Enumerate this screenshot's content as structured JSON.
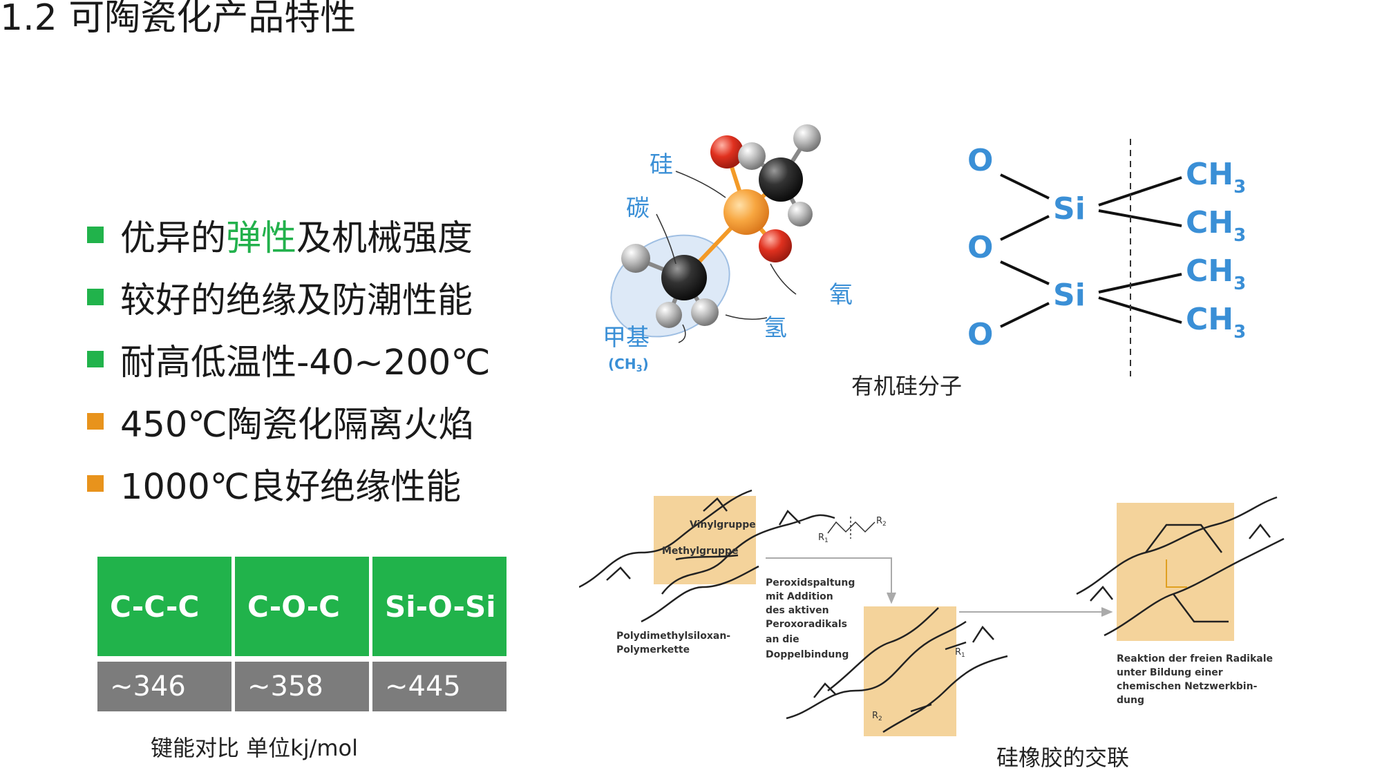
{
  "slide": {
    "title": "1.2 可陶瓷化产品特性",
    "colors": {
      "green": "#21b34b",
      "orange": "#e8931c",
      "gray": "#7c7c7c",
      "blue": "#3a8fd6",
      "tan": "#f4d39b"
    },
    "bullets": [
      {
        "color": "green",
        "pre": "优异的",
        "highlight": "弹性",
        "post": "及机械强度"
      },
      {
        "color": "green",
        "pre": "较好的绝缘及防潮性能",
        "highlight": "",
        "post": ""
      },
      {
        "color": "green",
        "pre": "耐高低温性-40~200℃",
        "highlight": "",
        "post": ""
      },
      {
        "color": "orange",
        "pre": "450℃陶瓷化隔离火焰",
        "highlight": "",
        "post": ""
      },
      {
        "color": "orange",
        "pre": "1000℃良好绝缘性能",
        "highlight": "",
        "post": ""
      }
    ],
    "bond_table": {
      "headers": [
        "C-C-C",
        "C-O-C",
        "Si-O-Si"
      ],
      "values": [
        "~346",
        "~358",
        "~445"
      ],
      "caption": "键能对比 单位kj/mol"
    },
    "molecule": {
      "labels": {
        "si": "硅",
        "c": "碳",
        "o": "氧",
        "h": "氢",
        "methyl": "甲基",
        "methyl_formula": "(CH",
        "methyl_sub": "3",
        "methyl_close": ")"
      },
      "caption": "有机硅分子"
    },
    "structure": {
      "o": "O",
      "si": "Si",
      "ch": "CH",
      "sub": "3"
    },
    "crosslink": {
      "vinyl": "Vinylgruppe",
      "methyl": "Methylgruppe",
      "chain_label": [
        "Polydimethylsiloxan-",
        "Polymerkette"
      ],
      "peroxide_label": [
        "Peroxidspaltung",
        "mit Addition",
        "des aktiven",
        "Peroxoradikals",
        "an die",
        "Doppelbindung"
      ],
      "reaction_label": [
        "Reaktion der freien Radikale",
        "unter Bildung einer",
        "chemischen Netzwerkbin-",
        "dung"
      ],
      "r1": "R",
      "r1_sub": "1",
      "r2": "R",
      "r2_sub": "2",
      "caption": "硅橡胶的交联"
    }
  }
}
